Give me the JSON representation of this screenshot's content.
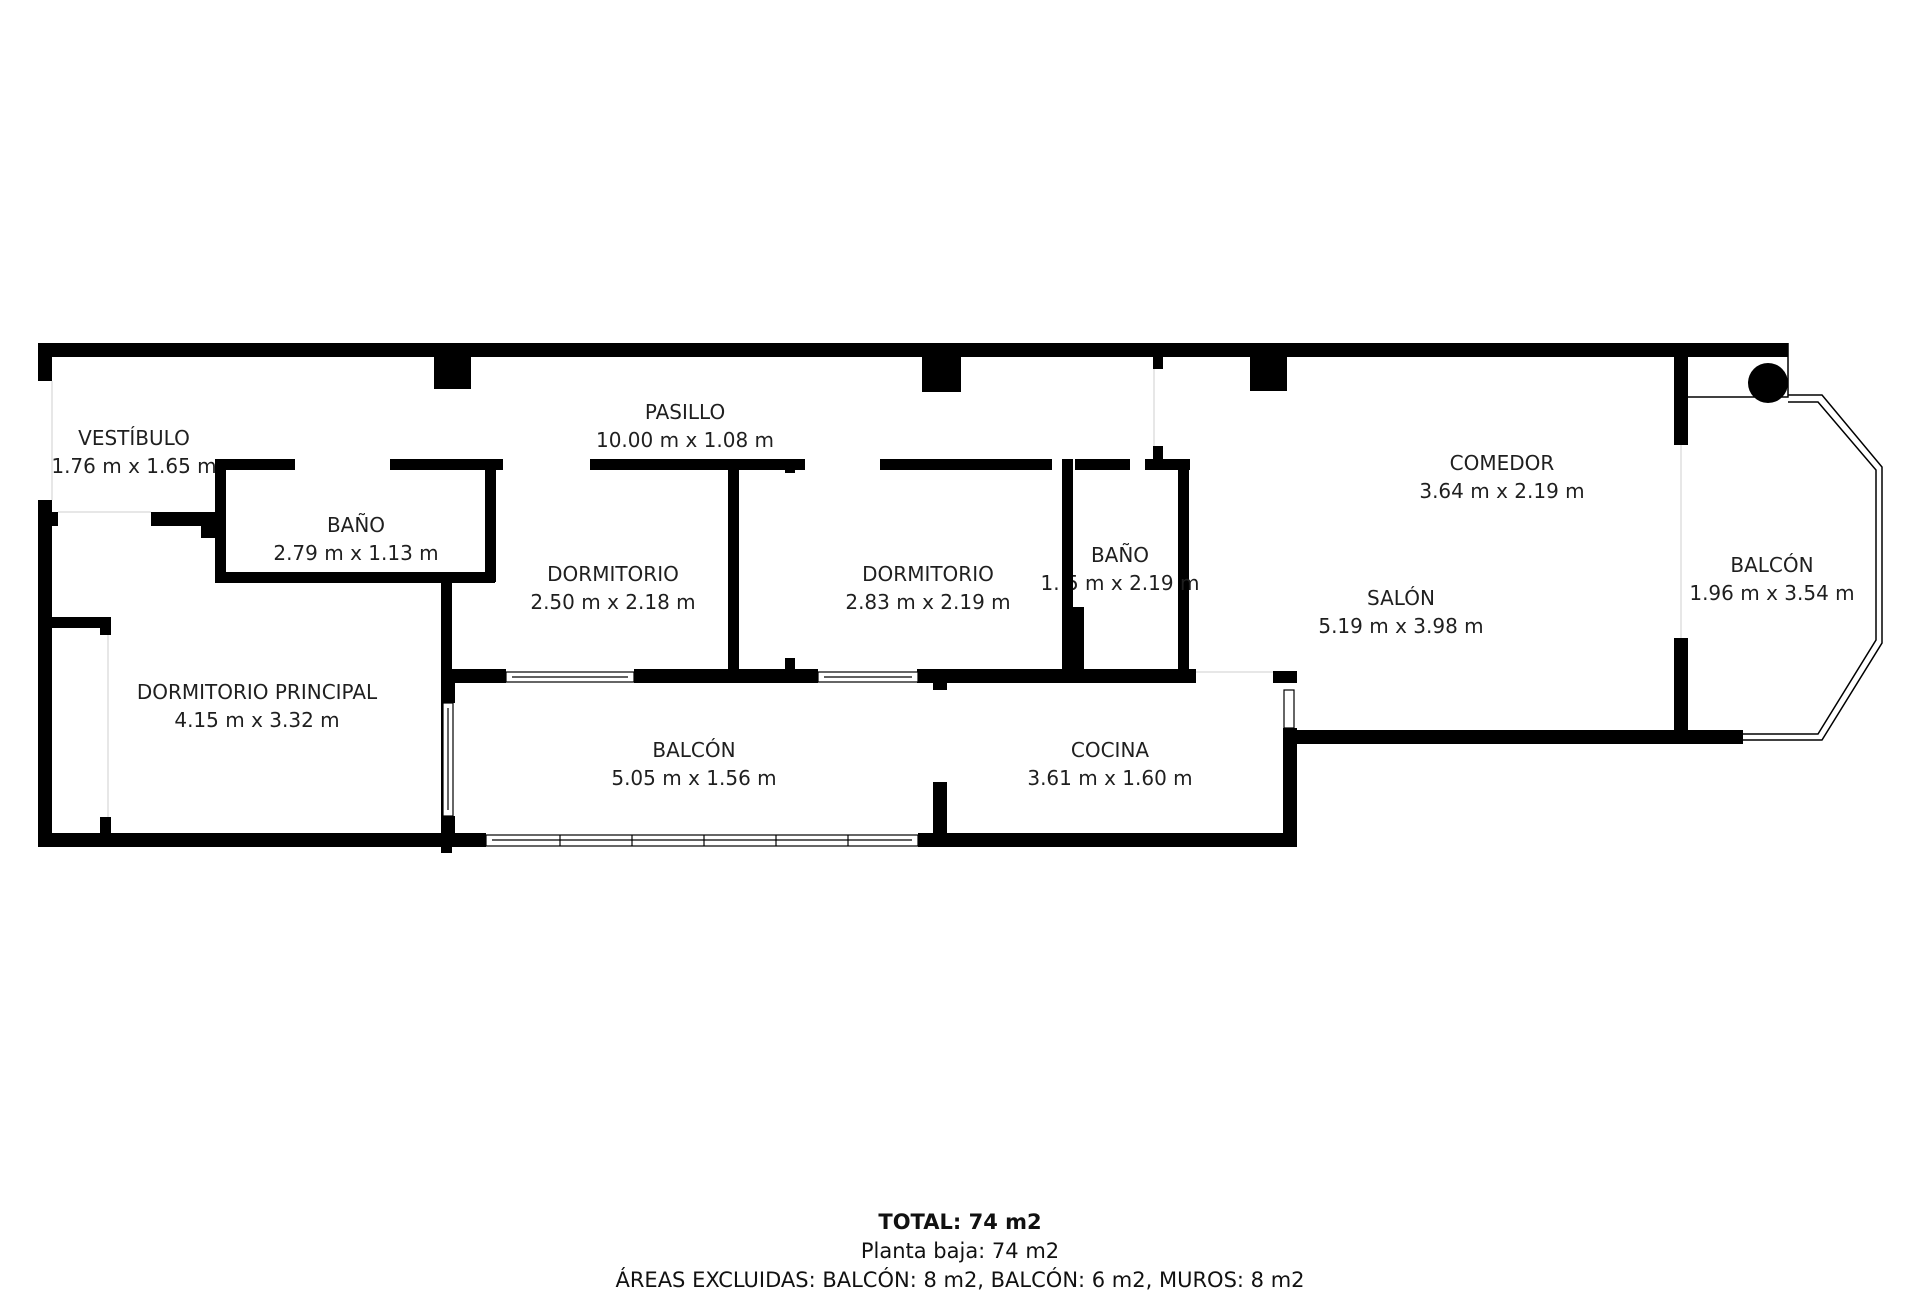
{
  "plan": {
    "wall_color": "#000000",
    "background": "#ffffff",
    "rooms": [
      {
        "name": "VESTÍBULO",
        "dims": "1.76 m x 1.65 m"
      },
      {
        "name": "PASILLO",
        "dims": "10.00 m x 1.08 m"
      },
      {
        "name": "BAÑO",
        "dims": "2.79 m x 1.13 m"
      },
      {
        "name": "DORMITORIO",
        "dims": "2.50 m x 2.18 m"
      },
      {
        "name": "DORMITORIO",
        "dims": "2.83 m x 2.19 m"
      },
      {
        "name": "BAÑO",
        "dims": "1. 5 m x 2.19 m"
      },
      {
        "name": "COMEDOR",
        "dims": "3.64 m x 2.19 m"
      },
      {
        "name": "SALÓN",
        "dims": "5.19 m x 3.98 m"
      },
      {
        "name": "BALCÓN",
        "dims": "1.96 m x 3.54 m"
      },
      {
        "name": "DORMITORIO PRINCIPAL",
        "dims": "4.15 m x 3.32 m"
      },
      {
        "name": "BALCÓN",
        "dims": "5.05 m x 1.56 m"
      },
      {
        "name": "COCINA",
        "dims": "3.61 m x 1.60 m"
      }
    ]
  },
  "summary": {
    "total": "TOTAL: 74 m2",
    "floor": "Planta baja: 74 m2",
    "excluded": "ÁREAS EXCLUIDAS: BALCÓN: 8 m2, BALCÓN: 6 m2, MUROS: 8 m2"
  }
}
